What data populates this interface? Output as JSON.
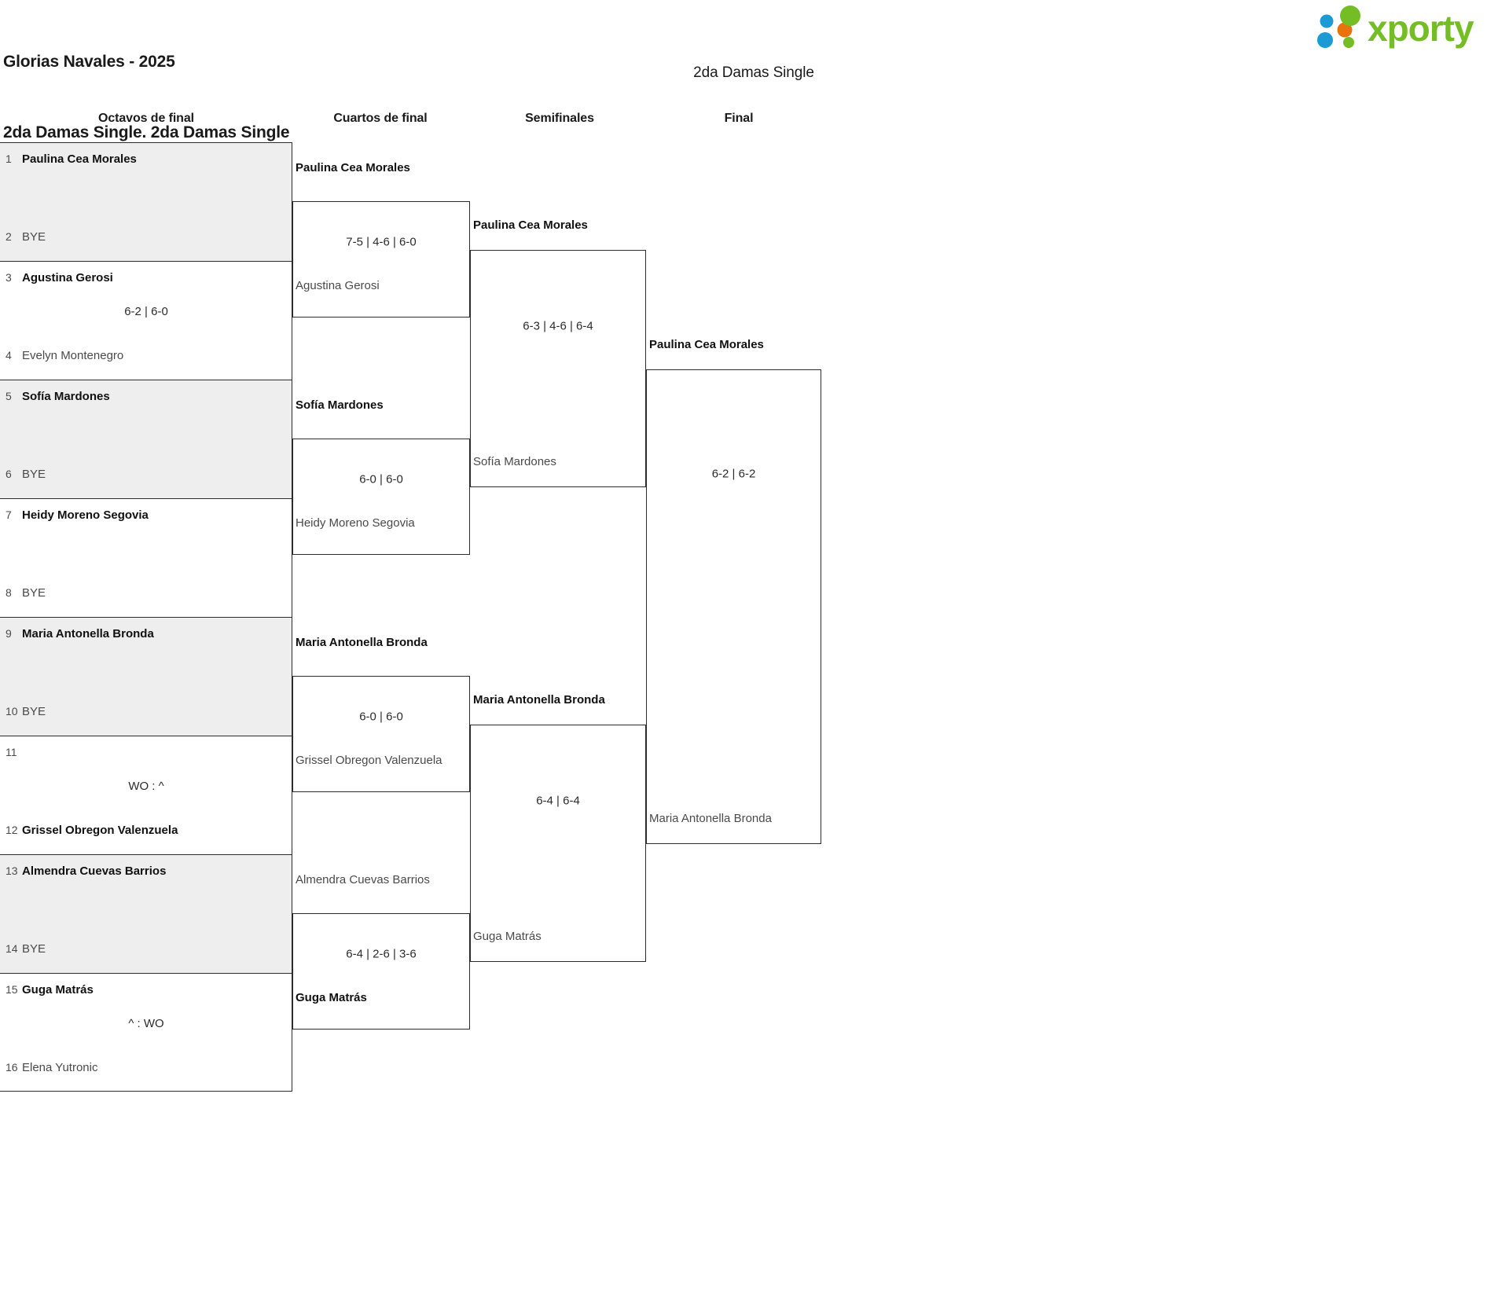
{
  "header": {
    "title_line1": "Glorias Navales - 2025",
    "title_line2": "2da Damas Single. 2da Damas Single",
    "logo_text": "xporty",
    "logo_colors": {
      "wordmark_green": "#74bd25",
      "dot_blue": "#1b9ad6",
      "dot_orange": "#e8720c",
      "dot_green": "#74bd25"
    }
  },
  "bracket_subtitle": "2da Damas Single",
  "rounds": [
    {
      "id": "octavos",
      "label": "Octavos de final"
    },
    {
      "id": "cuartos",
      "label": "Cuartos de final"
    },
    {
      "id": "semifinales",
      "label": "Semifinales"
    },
    {
      "id": "final",
      "label": "Final"
    }
  ],
  "round1": {
    "entries": [
      {
        "seed": "1",
        "name": "Paulina Cea Morales",
        "result": "winner"
      },
      {
        "seed": "2",
        "name": "BYE",
        "result": "bye"
      },
      {
        "seed": "3",
        "name": "Agustina Gerosi",
        "result": "winner"
      },
      {
        "seed": "4",
        "name": "Evelyn Montenegro",
        "result": "loser"
      },
      {
        "seed": "5",
        "name": "Sofía Mardones",
        "result": "winner"
      },
      {
        "seed": "6",
        "name": "BYE",
        "result": "bye"
      },
      {
        "seed": "7",
        "name": "Heidy Moreno Segovia",
        "result": "winner"
      },
      {
        "seed": "8",
        "name": "BYE",
        "result": "bye"
      },
      {
        "seed": "9",
        "name": "Maria Antonella Bronda",
        "result": "winner"
      },
      {
        "seed": "10",
        "name": "BYE",
        "result": "bye"
      },
      {
        "seed": "11",
        "name": "",
        "result": "loser"
      },
      {
        "seed": "12",
        "name": "Grissel Obregon Valenzuela",
        "result": "winner"
      },
      {
        "seed": "13",
        "name": "Almendra Cuevas Barrios",
        "result": "winner"
      },
      {
        "seed": "14",
        "name": "BYE",
        "result": "bye"
      },
      {
        "seed": "15",
        "name": "Guga Matrás",
        "result": "winner"
      },
      {
        "seed": "16",
        "name": "Elena Yutronic",
        "result": "loser"
      }
    ],
    "scores": [
      "",
      "6-2 | 6-0",
      "",
      "",
      "",
      "WO : ^",
      "",
      "^ : WO"
    ]
  },
  "round2": {
    "matches": [
      {
        "winner": "Paulina Cea Morales",
        "loser": "Agustina Gerosi",
        "score": "7-5 | 4-6 | 6-0"
      },
      {
        "winner": "Sofía Mardones",
        "loser": "Heidy Moreno Segovia",
        "score": "6-0 | 6-0"
      },
      {
        "winner": "Maria Antonella Bronda",
        "loser": "Grissel Obregon Valenzuela",
        "score": "6-0 | 6-0"
      },
      {
        "winner": "Guga Matrás",
        "loser": "Almendra Cuevas Barrios",
        "score": "6-4 | 2-6 | 3-6"
      }
    ]
  },
  "round3": {
    "matches": [
      {
        "winner": "Paulina Cea Morales",
        "loser": "Sofía Mardones",
        "score": "6-3 | 4-6 | 6-4"
      },
      {
        "winner": "Maria Antonella Bronda",
        "loser": "Guga Matrás",
        "score": "6-4 | 6-4"
      }
    ]
  },
  "round4": {
    "matches": [
      {
        "winner": "Paulina Cea Morales",
        "loser": "Maria Antonella Bronda",
        "score": "6-2 | 6-2"
      }
    ]
  }
}
